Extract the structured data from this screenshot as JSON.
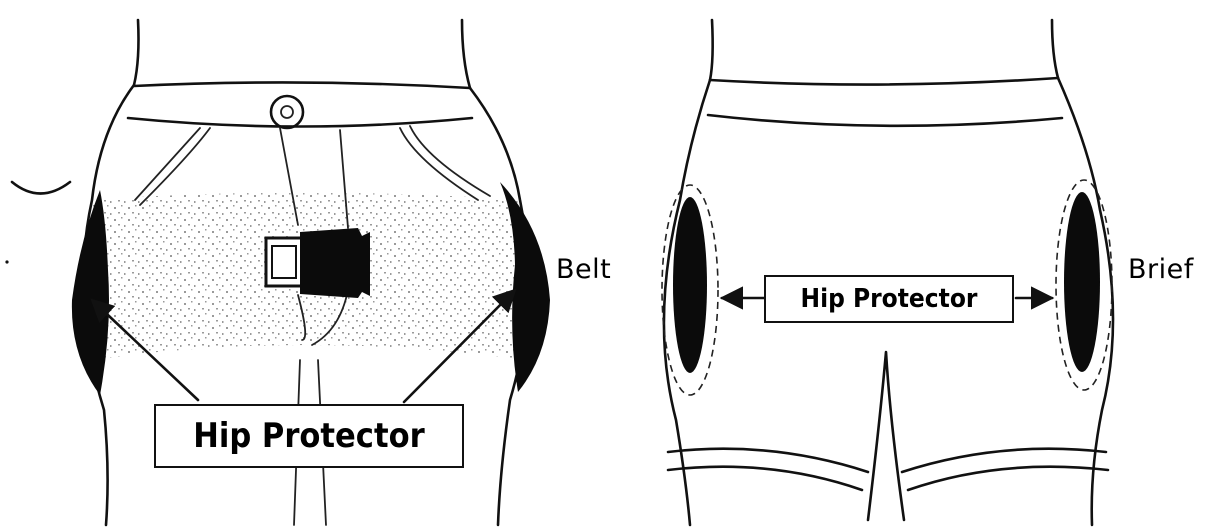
{
  "left_figure": {
    "label_box": "Hip Protector",
    "side_label": "Belt"
  },
  "right_figure": {
    "label_box": "Hip Protector",
    "side_label": "Brief"
  }
}
